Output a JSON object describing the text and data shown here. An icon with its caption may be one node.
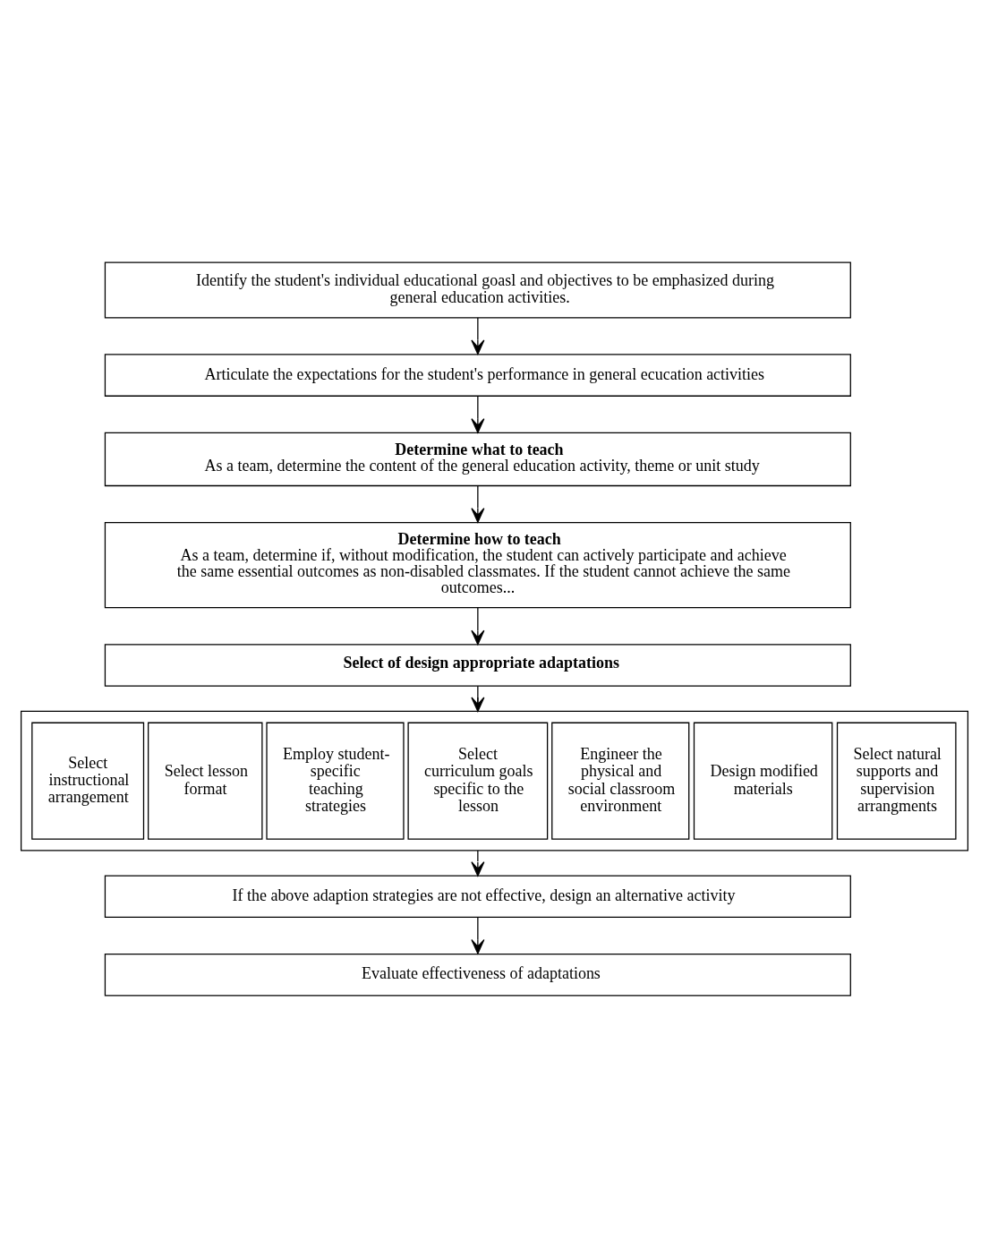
{
  "diagram": {
    "nodes": [
      {
        "text": [
          "Identify the student's individual educational goasl and objectives to be emphasized during general education activities."
        ]
      },
      {
        "text": [
          "Articulate the expectations for the student's performance in general ecucation activities"
        ]
      },
      {
        "text": [
          "Determine what to teach",
          "As a team, determine the content of the general education activity, theme or unit study"
        ]
      },
      {
        "text": [
          "Determine how to teach",
          "As a team, determine if, without modification, the student can actively participate and achieve the same essential outcomes as non-disabled classmates. If the student cannot achieve the same outcomes..."
        ]
      },
      {
        "text": [
          "Select of design appropriate adaptations"
        ]
      },
      {
        "text": [],
        "shape": "box"
      },
      {
        "text": [
          "Select instructional arrangement"
        ],
        "in": 5
      },
      {
        "text": [
          "Select lesson format"
        ],
        "in": 5
      },
      {
        "text": [
          "Employ student-specific teaching strategies"
        ],
        "in": 5
      },
      {
        "text": [
          "Select curriculum goals specific to the lesson"
        ],
        "in": 5
      },
      {
        "text": [
          "Engineer the physical and social classroom environment"
        ],
        "in": 5
      },
      {
        "text": [
          "Design modified materials"
        ],
        "in": 5
      },
      {
        "text": [
          "Select natural supports and supervision arrangments"
        ],
        "in": 5
      },
      {
        "text": [
          "If the above adaption strategies are not effective, design an alternative activity"
        ]
      },
      {
        "text": [
          "Evaluate effectiveness of adaptations"
        ]
      }
    ],
    "edges": [
      {
        "from": 0,
        "to": 1,
        "arrow": "to"
      },
      {
        "from": 1,
        "to": 2,
        "arrow": "to"
      },
      {
        "from": 2,
        "to": 3,
        "arrow": "to"
      },
      {
        "from": 3,
        "to": 4,
        "arrow": "to"
      },
      {
        "from": 4,
        "to": 5,
        "arrow": "to"
      },
      {
        "from": 5,
        "to": 13,
        "arrow": "to"
      },
      {
        "from": 13,
        "to": 14,
        "arrow": "to"
      }
    ]
  }
}
